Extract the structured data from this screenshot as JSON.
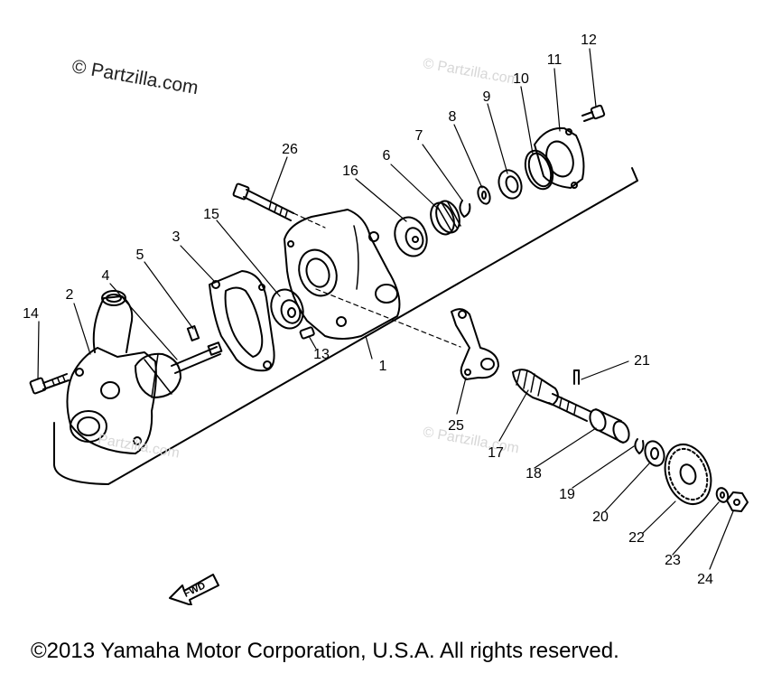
{
  "watermark": {
    "main": "© Partzilla.com",
    "faint_a": "© Partzilla.com",
    "faint_b": "© Partzilla.com",
    "faint_c": "Partzilla.com"
  },
  "copyright": "©2013 Yamaha Motor Corporation, U.S.A. All rights reserved.",
  "fwd_label": "FWD",
  "callouts": {
    "c1": "1",
    "c2": "2",
    "c3": "3",
    "c4": "4",
    "c5": "5",
    "c6": "6",
    "c7": "7",
    "c8": "8",
    "c9": "9",
    "c10": "10",
    "c11": "11",
    "c12": "12",
    "c13": "13",
    "c14": "14",
    "c15": "15",
    "c16": "16",
    "c17": "17",
    "c18": "18",
    "c19": "19",
    "c20": "20",
    "c21": "21",
    "c22": "22",
    "c23": "23",
    "c24": "24",
    "c25": "25",
    "c26": "26"
  }
}
